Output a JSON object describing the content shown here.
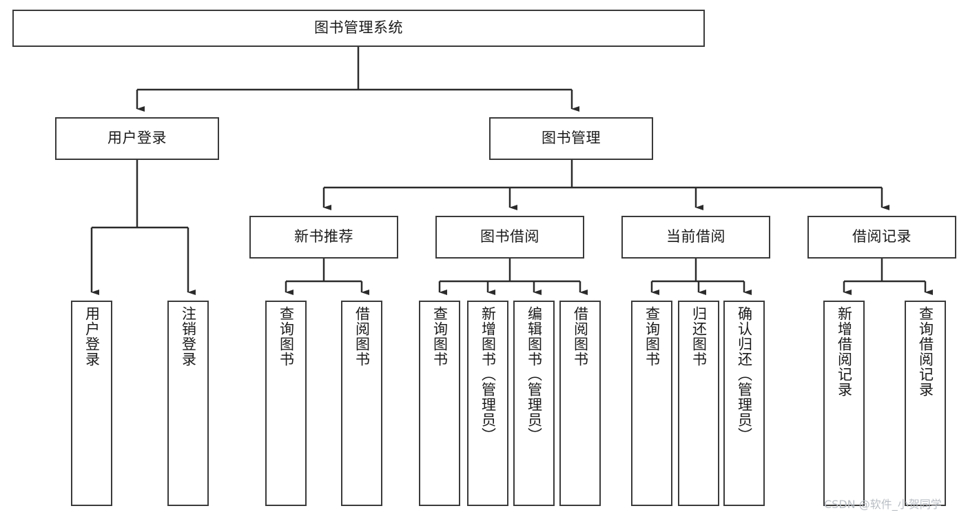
{
  "diagram": {
    "title": "图书管理系统",
    "type": "tree",
    "root": {
      "label": "图书管理系统"
    },
    "level2": [
      {
        "label": "用户登录"
      },
      {
        "label": "图书管理"
      }
    ],
    "level3": [
      {
        "label": "新书推荐"
      },
      {
        "label": "图书借阅"
      },
      {
        "label": "当前借阅"
      },
      {
        "label": "借阅记录"
      }
    ],
    "leaves": {
      "user_login": [
        {
          "label": "用户登录"
        },
        {
          "label": "注销登录"
        }
      ],
      "new_book_recommend": [
        {
          "label": "查询图书"
        },
        {
          "label": "借阅图书"
        }
      ],
      "book_borrow": [
        {
          "label": "查询图书"
        },
        {
          "label": "新增图书（管理员）"
        },
        {
          "label": "编辑图书（管理员）"
        },
        {
          "label": "借阅图书"
        }
      ],
      "current_borrow": [
        {
          "label": "查询图书"
        },
        {
          "label": "归还图书"
        },
        {
          "label": "确认归还（管理员）"
        }
      ],
      "borrow_record": [
        {
          "label": "新增借阅记录"
        },
        {
          "label": "查询借阅记录"
        }
      ]
    }
  },
  "watermark": {
    "text": "CSDN @软件_小贺同学"
  },
  "colors": {
    "border": "#3a3a3a",
    "background": "#ffffff",
    "text": "#1a1a1a",
    "watermark": "#b9bec4"
  }
}
